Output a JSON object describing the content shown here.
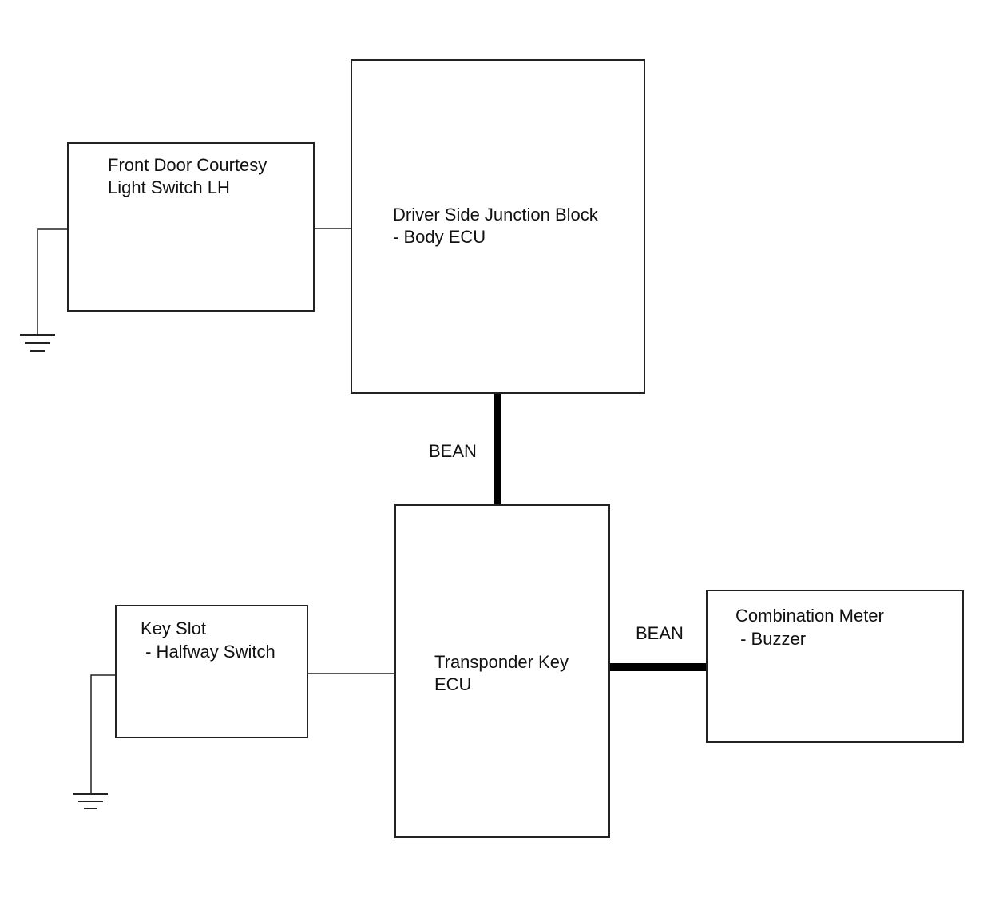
{
  "components": {
    "door_switch": {
      "line1": "Front Door Courtesy",
      "line2": "Light Switch LH"
    },
    "body_ecu": {
      "line1": "Driver Side Junction Block",
      "line2": "- Body ECU"
    },
    "key_slot": {
      "line1": "Key Slot",
      "line2": " - Halfway Switch"
    },
    "transponder_ecu": {
      "line1": "Transponder Key",
      "line2": "ECU"
    },
    "combination_meter": {
      "line1": "Combination Meter",
      "line2": " - Buzzer"
    }
  },
  "buses": {
    "vertical_label": "BEAN",
    "horizontal_label": "BEAN"
  }
}
